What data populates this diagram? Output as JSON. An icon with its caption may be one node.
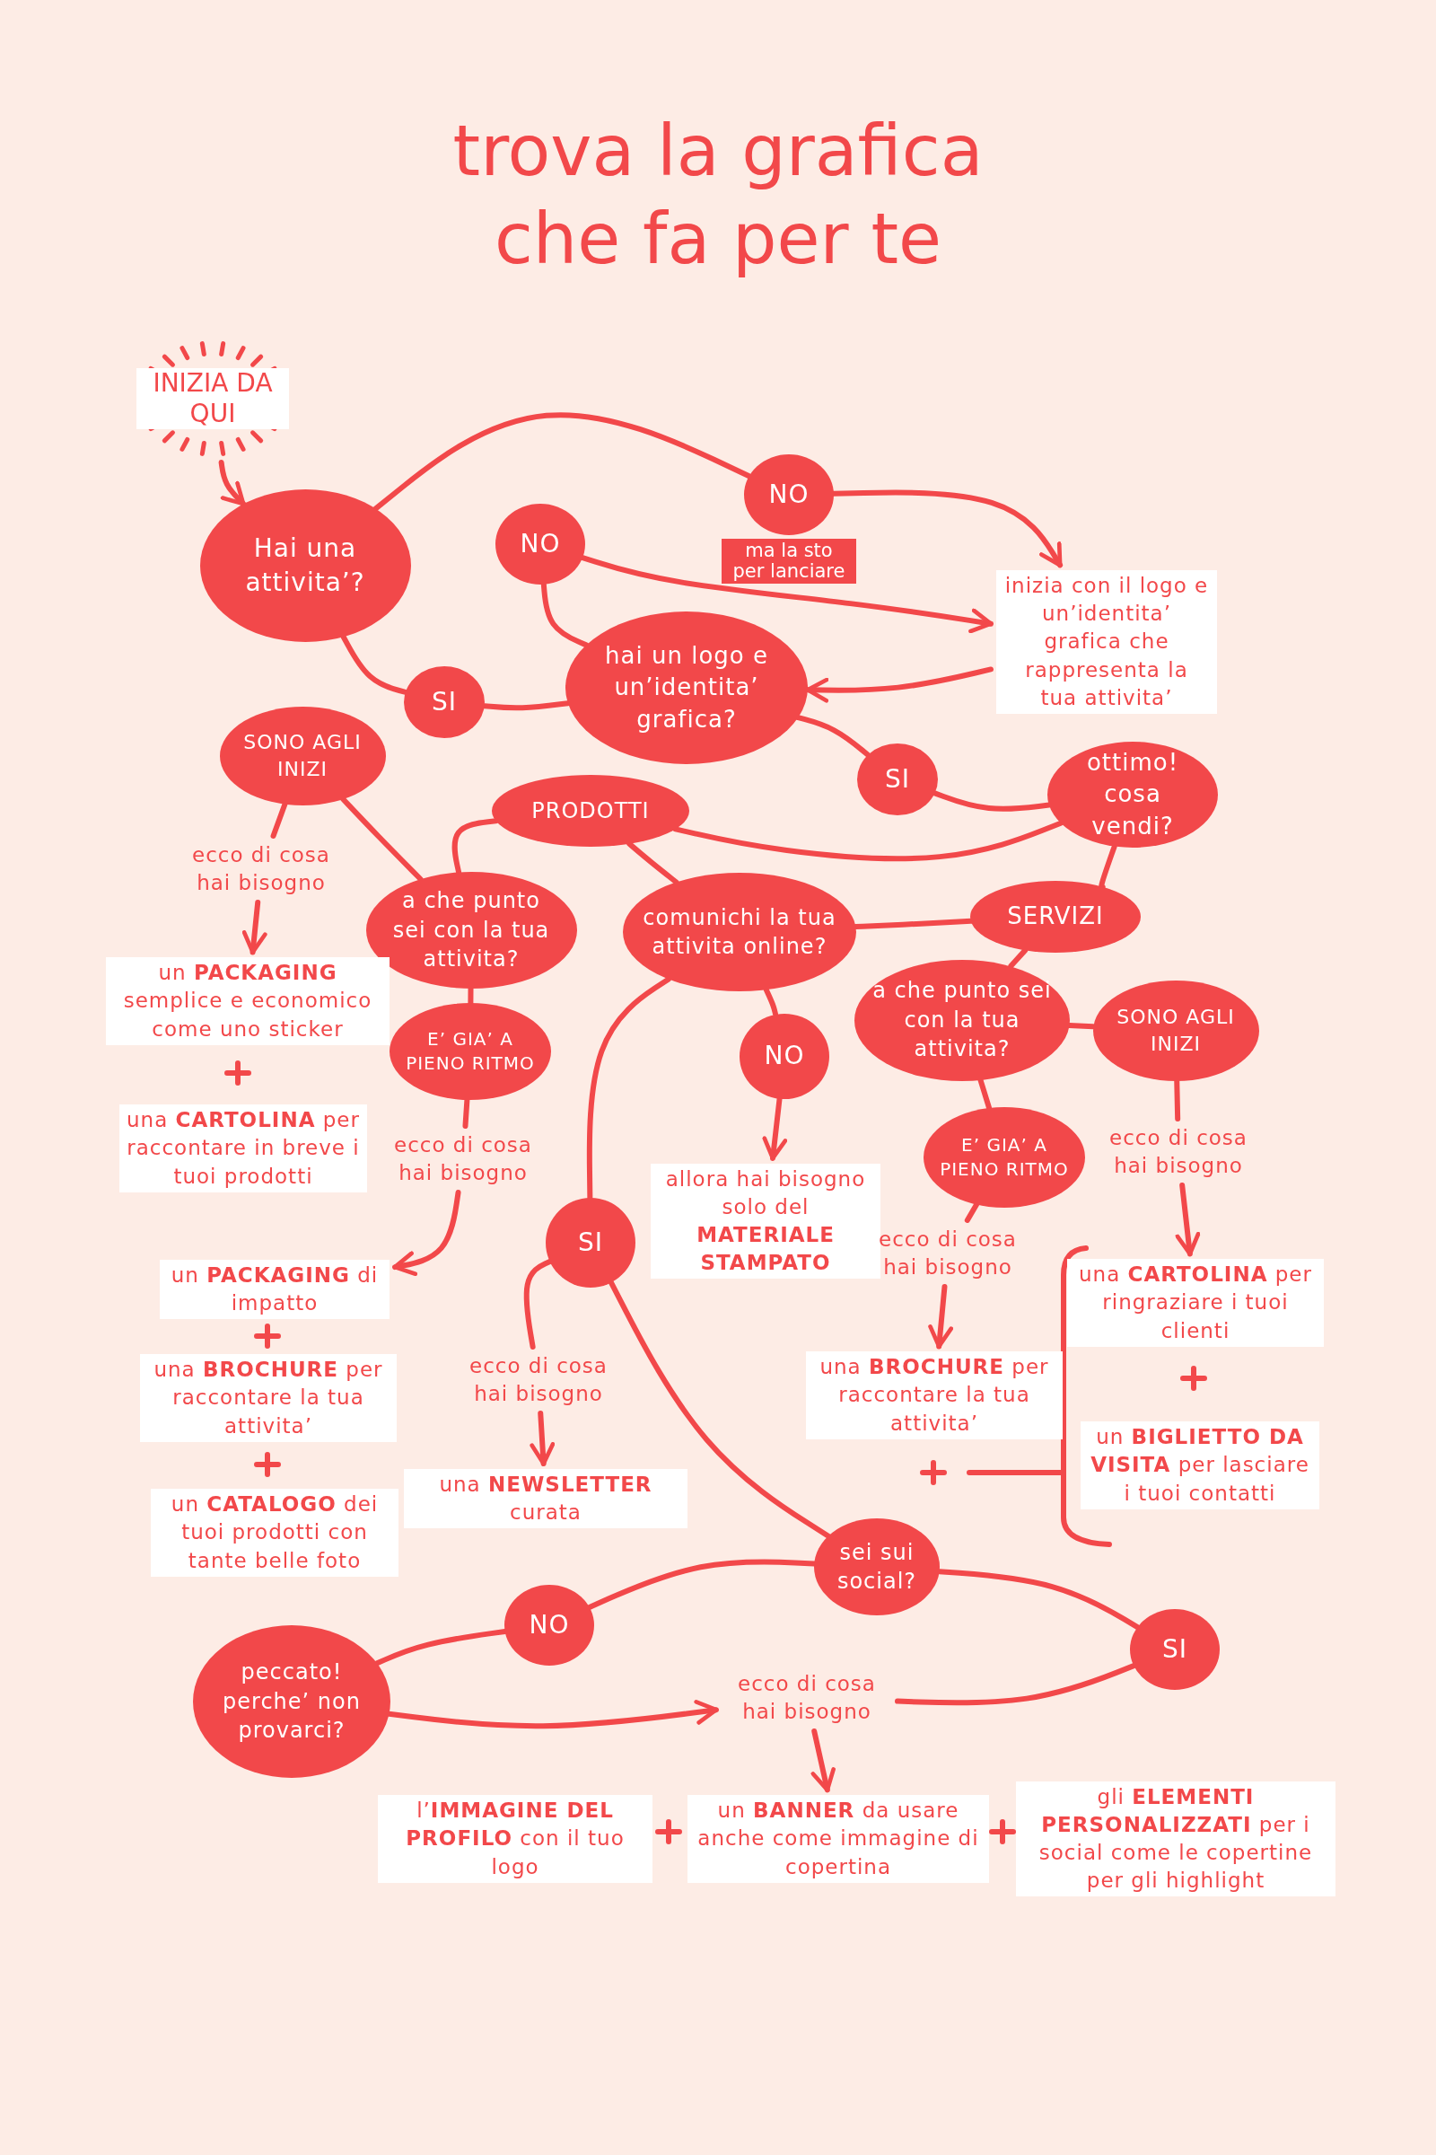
{
  "diagram": {
    "title": "trova la grafica che fa per te",
    "nodes": [
      {
        "text": [
          "INIZIA DA QUI"
        ]
      },
      {
        "text": [
          "Hai una attivita’?"
        ]
      },
      {
        "text": [
          "NO"
        ],
        "beside": [
          "ma la sto per lanciare"
        ]
      },
      {
        "text": [
          "NO"
        ]
      },
      {
        "text": [
          "inizia con il logo e un’identita’ grafica che rappresenta la tua attivita’"
        ]
      },
      {
        "text": [
          "SI"
        ]
      },
      {
        "text": [
          "hai un logo e un’identita’ grafica?"
        ]
      },
      {
        "text": [
          "SI"
        ]
      },
      {
        "text": [
          "ottimo! cosa vendi?"
        ]
      },
      {
        "text": [
          "SONO AGLI INIZI"
        ]
      },
      {
        "text": [
          "PRODOTTI"
        ]
      },
      {
        "text": [
          "a che punto sei con la tua attivita?"
        ]
      },
      {
        "text": [
          "comunichi la tua attivita online?"
        ]
      },
      {
        "text": [
          "SERVIZI"
        ]
      },
      {
        "text": [
          "E’ GIA’ A PIENO RITMO"
        ]
      },
      {
        "text": [
          "NO"
        ]
      },
      {
        "text": [
          "a che punto sei con la tua attivita?"
        ]
      },
      {
        "text": [
          "SONO AGLI INIZI"
        ]
      },
      {
        "text": [
          "E’ GIA’ A PIENO RITMO"
        ]
      },
      {
        "text": [
          "SI"
        ]
      },
      {
        "text": [
          "ecco di cosa hai bisogno"
        ]
      },
      {
        "text": [
          "un **PACKAGING** semplice e economico come uno sticker"
        ]
      },
      {
        "text": [
          "una **CARTOLINA** per raccontare in breve i tuoi prodotti"
        ]
      },
      {
        "text": [
          "ecco di cosa hai bisogno"
        ]
      },
      {
        "text": [
          "un **PACKAGING** di impatto"
        ]
      },
      {
        "text": [
          "una **BROCHURE** per raccontare la tua attivita’"
        ]
      },
      {
        "text": [
          "un **CATALOGO** dei tuoi prodotti con tante belle foto"
        ]
      },
      {
        "text": [
          "ecco di cosa hai bisogno"
        ]
      },
      {
        "text": [
          "una **NEWSLETTER** curata"
        ]
      },
      {
        "text": [
          "allora hai bisogno solo del **MATERIALE STAMPATO**"
        ]
      },
      {
        "text": [
          "ecco di cosa hai bisogno"
        ]
      },
      {
        "text": [
          "una **BROCHURE** per raccontare la tua attivita’"
        ]
      },
      {
        "text": [
          "ecco di cosa hai bisogno"
        ]
      },
      {
        "text": [
          "una **CARTOLINA** per ringraziare i tuoi clienti"
        ]
      },
      {
        "text": [
          "un **BIGLIETTO DA VISITA** per lasciare i tuoi contatti"
        ]
      },
      {
        "text": [
          "sei sui social?"
        ]
      },
      {
        "text": [
          "NO"
        ]
      },
      {
        "text": [
          "SI"
        ]
      },
      {
        "text": [
          "peccato! perche’ non provarci?"
        ]
      },
      {
        "text": [
          "ecco di cosa hai bisogno"
        ]
      },
      {
        "text": [
          "l’**IMMAGINE DEL PROFILO** con il tuo logo"
        ]
      },
      {
        "text": [
          "un **BANNER** da usare anche come immagine di copertina"
        ]
      },
      {
        "text": [
          "gli **ELEMENTI PERSONALIZZATI** per i social come le copertine per gli highlight"
        ]
      }
    ],
    "edges": [
      {
        "from": 0,
        "to": 1,
        "arrow": "to"
      },
      {
        "from": 1,
        "to": 2,
        "arrow": "none"
      },
      {
        "from": 2,
        "to": 4,
        "arrow": "to"
      },
      {
        "from": 3,
        "to": 4,
        "arrow": "to"
      },
      {
        "from": 3,
        "to": 6,
        "arrow": "none"
      },
      {
        "from": 1,
        "to": 5,
        "arrow": "none"
      },
      {
        "from": 5,
        "to": 6,
        "arrow": "none"
      },
      {
        "from": 4,
        "to": 6,
        "arrow": "to"
      },
      {
        "from": 6,
        "to": 7,
        "arrow": "none"
      },
      {
        "from": 7,
        "to": 8,
        "arrow": "none"
      },
      {
        "from": 8,
        "to": 10,
        "arrow": "none"
      },
      {
        "from": 8,
        "to": 13,
        "arrow": "none"
      },
      {
        "from": 10,
        "to": 11,
        "arrow": "none"
      },
      {
        "from": 9,
        "to": 11,
        "arrow": "none"
      },
      {
        "from": 11,
        "to": 14,
        "arrow": "none"
      },
      {
        "from": 10,
        "to": 12,
        "arrow": "none"
      },
      {
        "from": 12,
        "to": 13,
        "arrow": "none"
      },
      {
        "from": 13,
        "to": 16,
        "arrow": "none"
      },
      {
        "from": 16,
        "to": 17,
        "arrow": "none"
      },
      {
        "from": 16,
        "to": 18,
        "arrow": "none"
      },
      {
        "from": 12,
        "to": 15,
        "arrow": "none"
      },
      {
        "from": 15,
        "to": 29,
        "arrow": "to"
      },
      {
        "from": 12,
        "to": 19,
        "arrow": "none"
      },
      {
        "from": 19,
        "to": 27,
        "arrow": "none"
      },
      {
        "from": 27,
        "to": 28,
        "arrow": "to"
      },
      {
        "from": 19,
        "to": 35,
        "arrow": "none"
      },
      {
        "from": 9,
        "to": 20,
        "arrow": "none"
      },
      {
        "from": 20,
        "to": 21,
        "arrow": "to"
      },
      {
        "from": 14,
        "to": 23,
        "arrow": "none"
      },
      {
        "from": 23,
        "to": 24,
        "arrow": "to"
      },
      {
        "from": 18,
        "to": 30,
        "arrow": "none"
      },
      {
        "from": 30,
        "to": 31,
        "arrow": "to"
      },
      {
        "from": 17,
        "to": 32,
        "arrow": "none"
      },
      {
        "from": 32,
        "to": 33,
        "arrow": "to"
      },
      {
        "from": 35,
        "to": 36,
        "arrow": "none"
      },
      {
        "from": 36,
        "to": 38,
        "arrow": "none"
      },
      {
        "from": 38,
        "to": 39,
        "arrow": "to"
      },
      {
        "from": 35,
        "to": 37,
        "arrow": "none"
      },
      {
        "from": 37,
        "to": 39,
        "arrow": "none"
      },
      {
        "from": 39,
        "to": 41,
        "arrow": "to"
      }
    ]
  }
}
